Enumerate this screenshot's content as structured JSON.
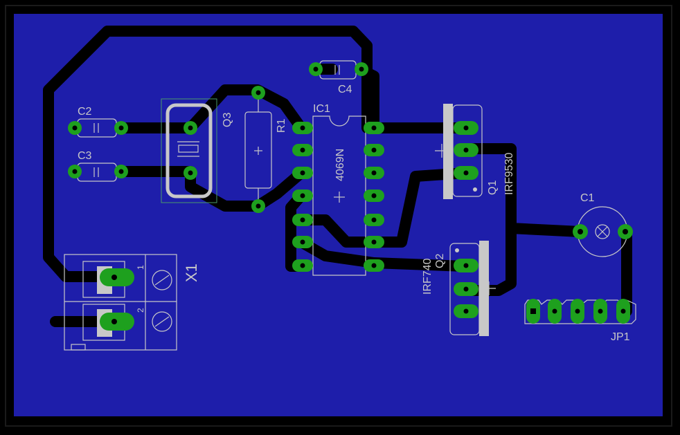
{
  "board": {
    "background": "#000000",
    "copper_color": "#1e1eaa",
    "pad_color": "#1ea01e",
    "silk_color": "#c8c8c8"
  },
  "labels": {
    "c2": "C2",
    "c3": "C3",
    "c4": "C4",
    "c1": "C1",
    "q3": "Q3",
    "r1": "R1",
    "ic1": "IC1",
    "ic1_value": "4069N",
    "q1": "Q1",
    "q1_value": "IRF9530",
    "q2": "Q2",
    "q2_value": "IRF740",
    "x1": "X1",
    "x1_pin1": "1",
    "x1_pin2": "2",
    "jp1": "JP1"
  }
}
